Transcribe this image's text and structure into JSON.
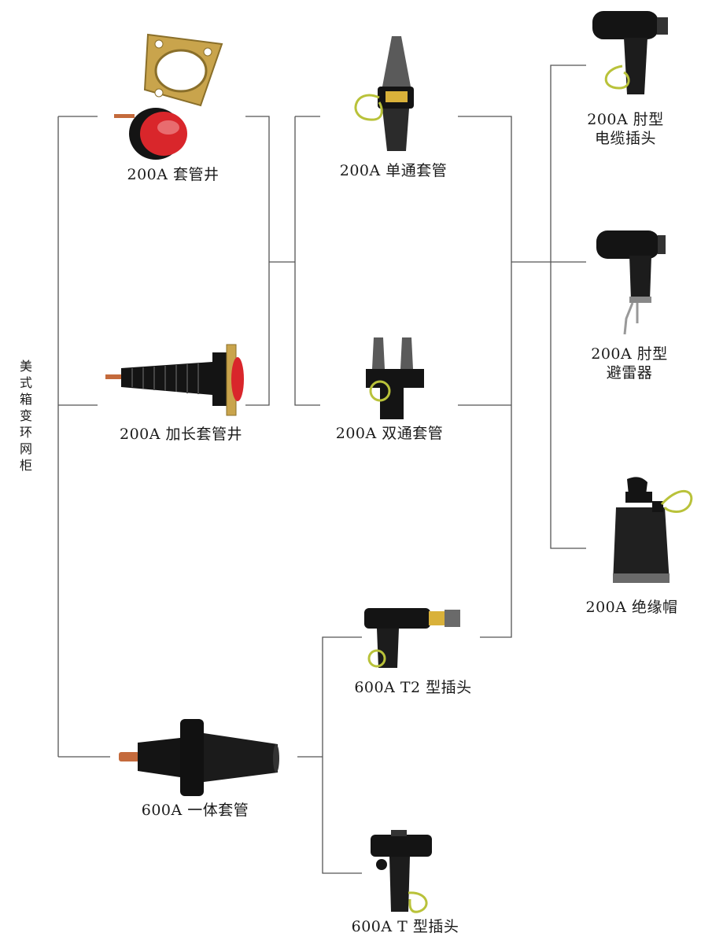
{
  "root": {
    "label": "美式箱变环网柜"
  },
  "products": [
    {
      "id": "bushing-well-200a",
      "icon": "bushing-well-icon",
      "caption": "200A 套管井"
    },
    {
      "id": "extended-bushing-well-200a",
      "icon": "extended-bushing-well-icon",
      "caption": "200A 加长套管井"
    },
    {
      "id": "single-bushing-insert-200a",
      "icon": "single-bushing-insert-icon",
      "caption": "200A 单通套管"
    },
    {
      "id": "double-bushing-insert-200a",
      "icon": "double-bushing-insert-icon",
      "caption": "200A 双通套管"
    },
    {
      "id": "elbow-connector-200a",
      "icon": "elbow-connector-icon",
      "caption": [
        "200A 肘型",
        "电缆插头"
      ]
    },
    {
      "id": "elbow-arrester-200a",
      "icon": "elbow-arrester-icon",
      "caption": [
        "200A 肘型",
        "避雷器"
      ]
    },
    {
      "id": "insulating-cap-200a",
      "icon": "insulating-cap-icon",
      "caption": "200A 绝缘帽"
    },
    {
      "id": "t2-connector-600a",
      "icon": "t2-connector-icon",
      "caption": "600A T2 型插头"
    },
    {
      "id": "integral-bushing-600a",
      "icon": "integral-bushing-icon",
      "caption": "600A 一体套管"
    },
    {
      "id": "t-connector-600a",
      "icon": "t-connector-icon",
      "caption": "600A T 型插头"
    }
  ],
  "colors": {
    "line": "#555555",
    "rubber": "#141414",
    "red_cap": "#d9262b",
    "brass": "#c9a44c",
    "copper": "#c46a3c",
    "ground_wire": "#b9c23a"
  }
}
